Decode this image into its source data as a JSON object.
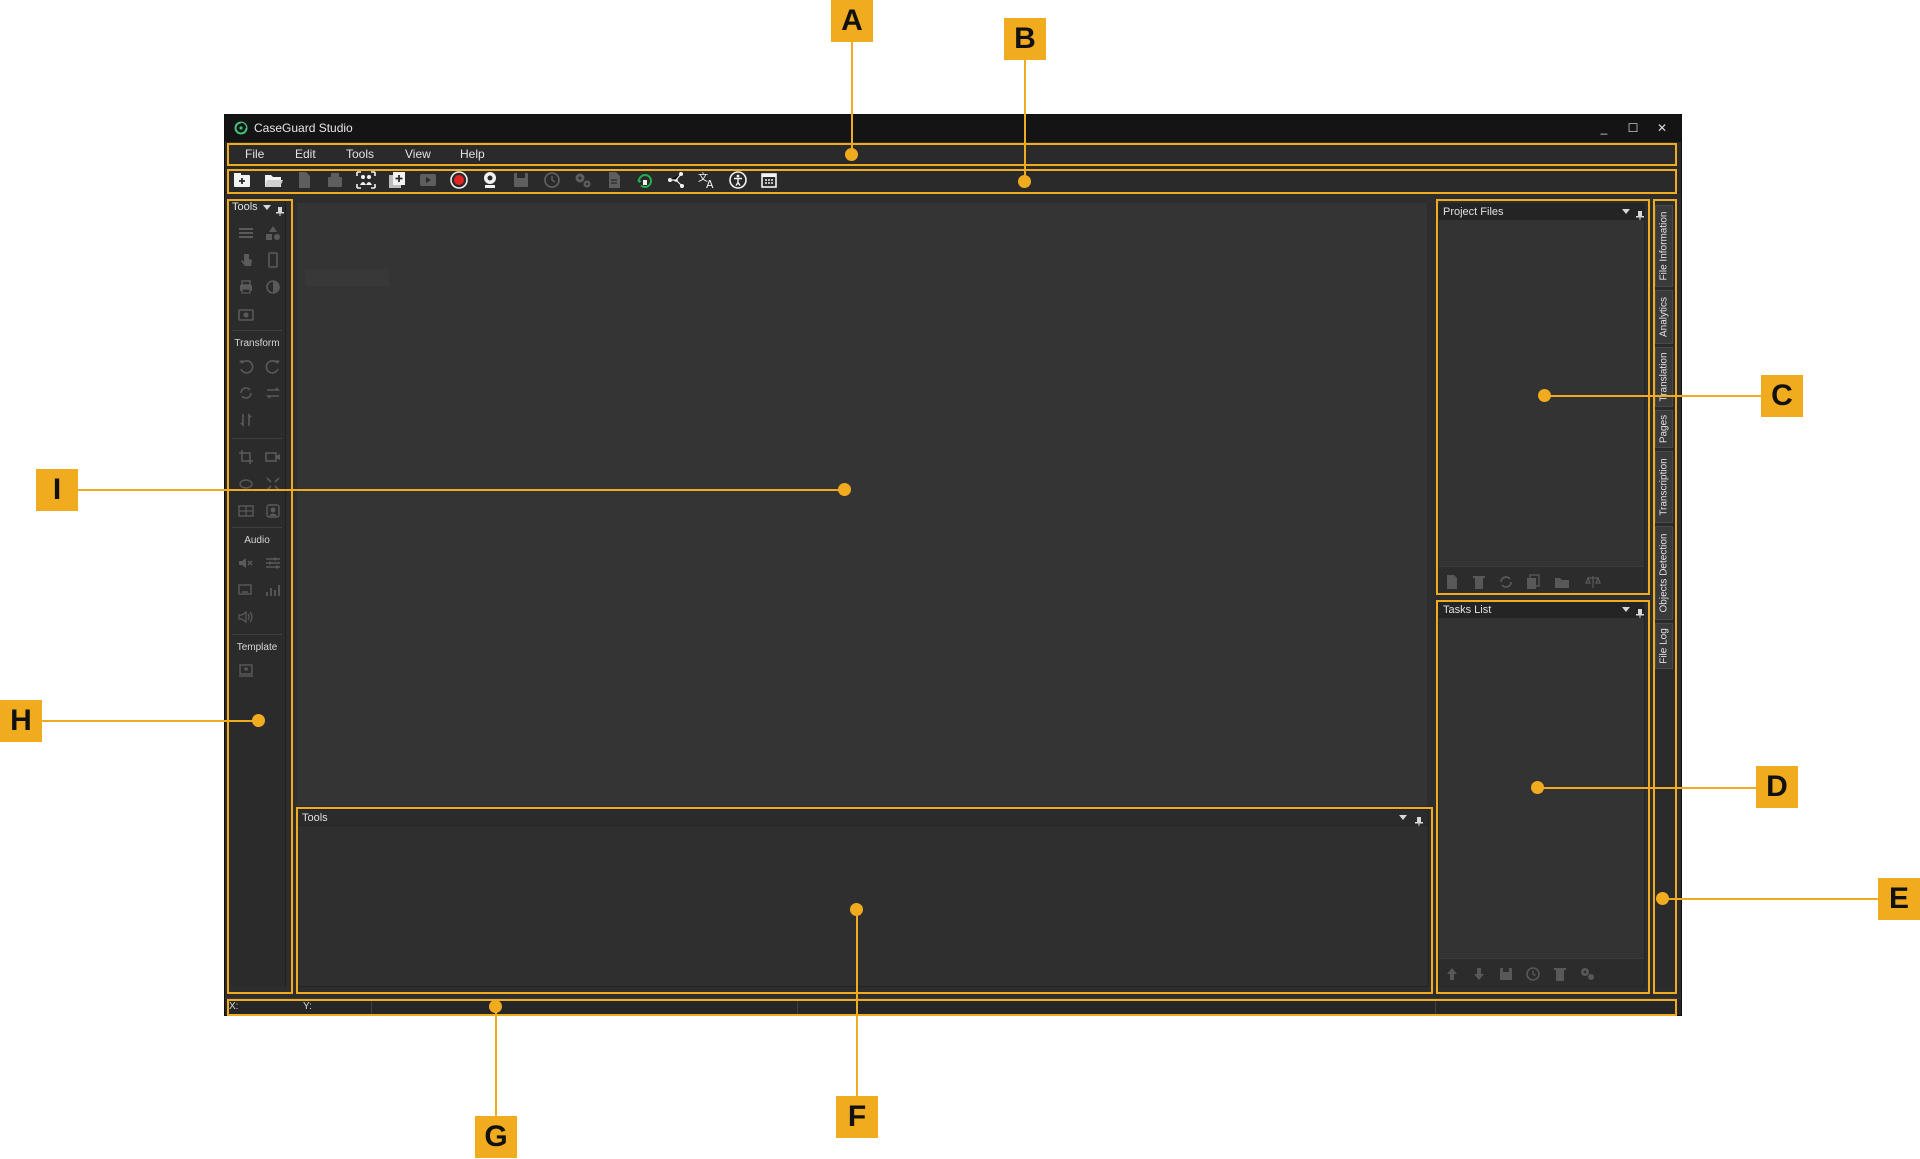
{
  "window": {
    "title": "CaseGuard Studio",
    "controls": {
      "minimize": "_",
      "maximize": "☐",
      "close": "✕"
    }
  },
  "menu": {
    "items": [
      "File",
      "Edit",
      "Tools",
      "View",
      "Help"
    ]
  },
  "toolbar": {
    "icons": [
      {
        "name": "new-project-icon",
        "enabled": true
      },
      {
        "name": "open-folder-icon",
        "enabled": true
      },
      {
        "name": "import-file-icon",
        "enabled": false
      },
      {
        "name": "export-icon",
        "enabled": false
      },
      {
        "name": "people-detection-icon",
        "enabled": true
      },
      {
        "name": "add-files-icon",
        "enabled": true
      },
      {
        "name": "play-video-icon",
        "enabled": false
      },
      {
        "name": "record-icon",
        "enabled": true,
        "color": "#e02424"
      },
      {
        "name": "webcam-icon",
        "enabled": true
      },
      {
        "name": "save-icon",
        "enabled": false
      },
      {
        "name": "history-icon",
        "enabled": false
      },
      {
        "name": "settings-gears-icon",
        "enabled": false
      },
      {
        "name": "document-icon",
        "enabled": false
      },
      {
        "name": "refresh-headphones-icon",
        "enabled": true,
        "color": "#22b14c"
      },
      {
        "name": "network-nodes-icon",
        "enabled": true
      },
      {
        "name": "translate-icon",
        "enabled": true
      },
      {
        "name": "accessibility-icon",
        "enabled": true
      },
      {
        "name": "calendar-icon",
        "enabled": true
      }
    ]
  },
  "left_tools": {
    "header": "Tools",
    "sections": {
      "transform": "Transform",
      "audio": "Audio",
      "template": "Template"
    }
  },
  "bottom_panel": {
    "title": "Tools"
  },
  "project_files": {
    "title": "Project Files"
  },
  "tasks_list": {
    "title": "Tasks List"
  },
  "vertical_tabs": [
    "File Information",
    "Analytics",
    "Translation",
    "Pages",
    "Transcription",
    "Objects Detection",
    "File Log"
  ],
  "statusbar": {
    "x_label": "X:",
    "y_label": "Y:"
  },
  "callouts": {
    "A": "A",
    "B": "B",
    "C": "C",
    "D": "D",
    "E": "E",
    "F": "F",
    "G": "G",
    "H": "H",
    "I": "I"
  },
  "colors": {
    "accent": "#f0ab1e",
    "record": "#e02424",
    "active_green": "#22b14c"
  }
}
